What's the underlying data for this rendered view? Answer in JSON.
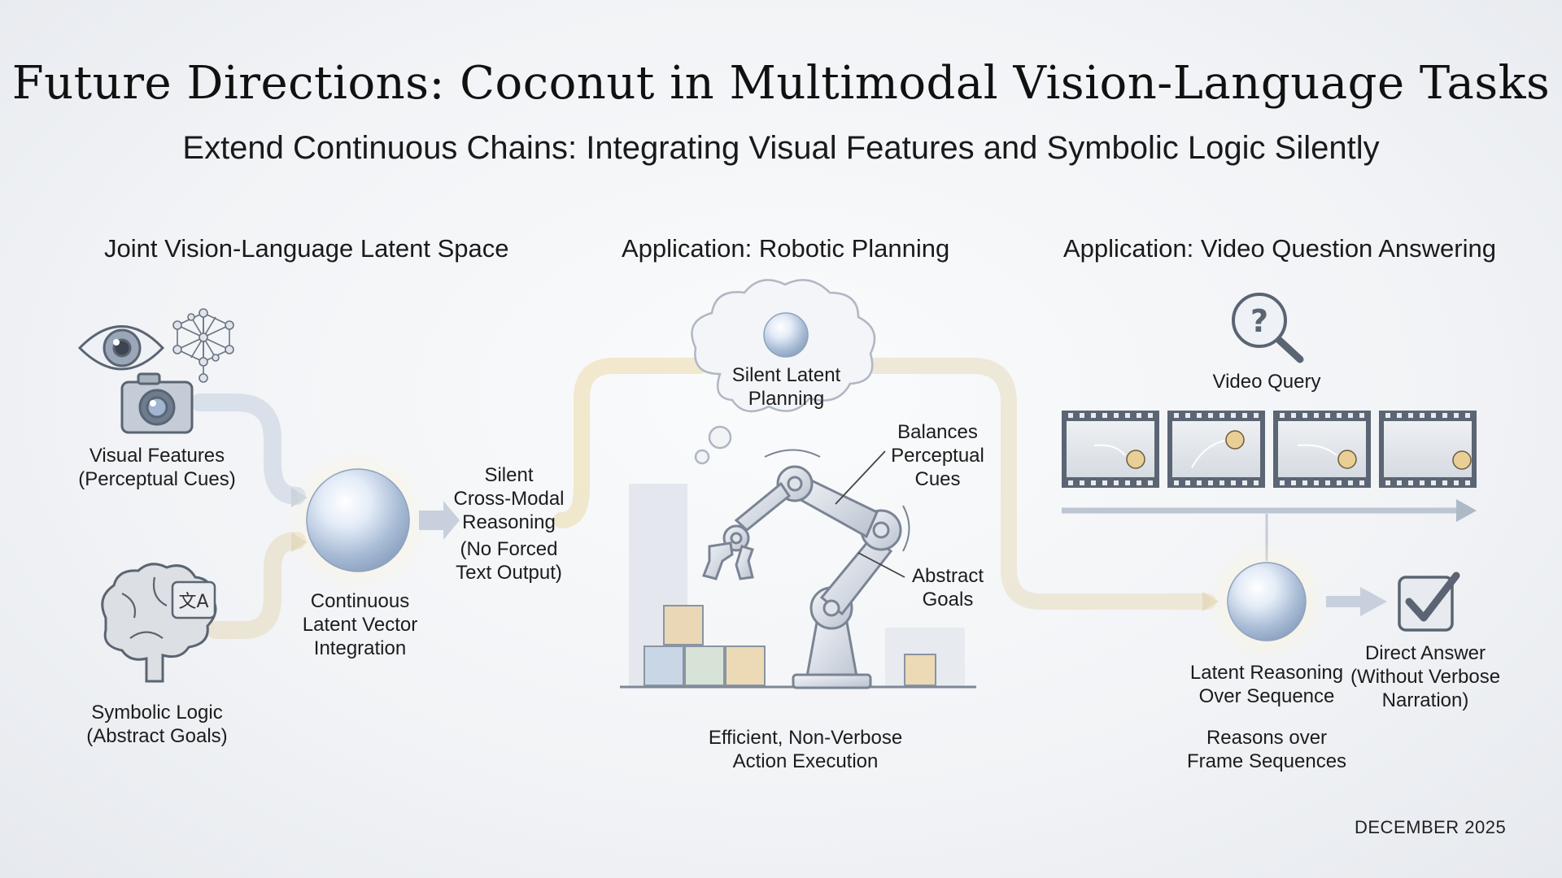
{
  "header": {
    "title": "Future Directions: Coconut in Multimodal Vision-Language Tasks",
    "subtitle": "Extend Continuous Chains: Integrating Visual Features and Symbolic Logic Silently"
  },
  "sections": {
    "latent_space": {
      "heading": "Joint Vision-Language Latent Space",
      "visual_features": [
        "Visual Features",
        "(Perceptual Cues)"
      ],
      "symbolic_logic": [
        "Symbolic Logic",
        "(Abstract Goals)"
      ],
      "integration": [
        "Continuous",
        "Latent Vector",
        "Integration"
      ],
      "cross_modal": [
        "Silent",
        "Cross-Modal",
        "Reasoning"
      ],
      "cross_modal_note": [
        "(No Forced",
        "Text Output)"
      ]
    },
    "robotics": {
      "heading": "Application: Robotic Planning",
      "cloud_label": [
        "Silent Latent",
        "Planning"
      ],
      "balances": [
        "Balances",
        "Perceptual",
        "Cues"
      ],
      "abstract_goals": [
        "Abstract",
        "Goals"
      ],
      "execution": [
        "Efficient, Non-Verbose",
        "Action Execution"
      ]
    },
    "video_qa": {
      "heading": "Application: Video Question Answering",
      "query": "Video Query",
      "latent_reasoning": [
        "Latent Reasoning",
        "Over Sequence"
      ],
      "direct_answer": [
        "Direct Answer",
        "(Without Verbose",
        "Narration)"
      ],
      "frames_note": [
        "Reasons over",
        "Frame Sequences"
      ]
    }
  },
  "footer": {
    "date": "DECEMBER 2025"
  },
  "icons": [
    "eye-icon",
    "neural-network-icon",
    "camera-icon",
    "brain-icon",
    "translate-icon",
    "question-magnifier-icon",
    "checkbox-icon",
    "robot-arm-icon",
    "thought-cloud-icon",
    "film-strip-icon"
  ],
  "colors": {
    "background": "#f1f3f6",
    "flow_light": "#d6deea",
    "flow_gold": "#efe2bf",
    "sphere": "#c9d8ec",
    "icon_stroke": "#5b6472"
  }
}
